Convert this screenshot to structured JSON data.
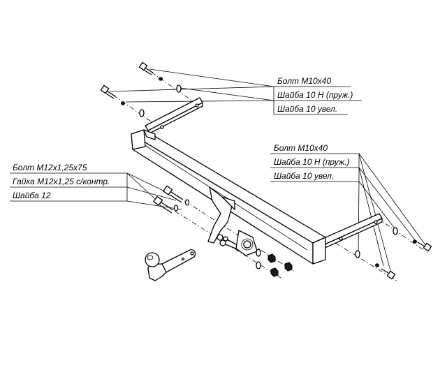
{
  "callouts": {
    "top_right": {
      "bolt": "Болт М10х40",
      "spring_washer": "Шайба 10 Н (пруж.)",
      "wide_washer": "Шайба 10 увел."
    },
    "right": {
      "bolt": "Болт М10х40",
      "spring_washer": "Шайба 10 Н (пруж.)",
      "wide_washer": "Шайба 10 увел."
    },
    "left": {
      "bolt": "Болт М12х1,25х75",
      "nut": "Гайка М12х1,25 с/контр.",
      "washer": "Шайба 12"
    }
  },
  "colors": {
    "line": "#000000",
    "background": "#ffffff"
  }
}
